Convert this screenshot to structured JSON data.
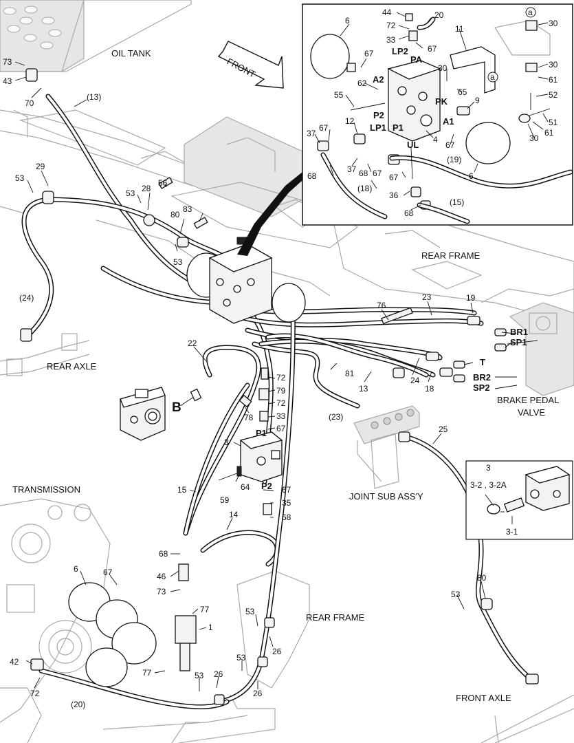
{
  "labels": {
    "oil_tank": "OIL TANK",
    "front": "FRONT",
    "rear_frame_top": "REAR FRAME",
    "rear_axle": "REAR AXLE",
    "transmission": "TRANSMISSION",
    "joint_sub": "JOINT SUB ASS'Y",
    "brake_pedal_1": "BRAKE PEDAL",
    "brake_pedal_2": "VALVE",
    "rear_frame_bottom": "REAR FRAME",
    "front_axle": "FRONT AXLE",
    "view_b": "B",
    "circle_a": "a"
  },
  "ports": {
    "pa": "PA",
    "lp2": "LP2",
    "a2": "A2",
    "pk": "PK",
    "p2": "P2",
    "lp1": "LP1",
    "p1_inset": "P1",
    "a1": "A1",
    "ul": "UL",
    "br1": "BR1",
    "sp1": "SP1",
    "t": "T",
    "br2": "BR2",
    "sp2": "SP2",
    "p1": "P1",
    "p2_lower": "P2"
  },
  "callouts": {
    "c44": "44",
    "c20": "20",
    "c72a": "72",
    "c33a": "33",
    "c67a": "67",
    "c11": "11",
    "c30a": "30",
    "c30b": "30",
    "c61a": "61",
    "c52": "52",
    "c51": "51",
    "c61b": "61",
    "c30c": "30",
    "c30d": "30",
    "c6a": "6",
    "c67b": "67",
    "c62": "62",
    "c55": "55",
    "c65": "65",
    "c9": "9",
    "c12": "12",
    "c4": "4",
    "c37a": "37",
    "c67c": "67",
    "c37b": "37",
    "c68a": "68",
    "c67d": "67",
    "c67e": "67",
    "c67f": "67",
    "c19i": "(19)",
    "c6b": "6",
    "c68b": "68",
    "c18i": "(18)",
    "c36": "36",
    "c68c": "68",
    "c15i": "(15)",
    "c73a": "73",
    "c43": "43",
    "c70": "70",
    "c13p": "(13)",
    "c29": "29",
    "c53a": "53",
    "c53b": "53",
    "c28": "28",
    "c56": "56",
    "c80a": "80",
    "c83": "83",
    "c53c": "53",
    "c24p": "(24)",
    "c22": "22",
    "c76": "76",
    "c23": "23",
    "c19": "19",
    "c81": "81",
    "c13": "13",
    "c24": "24",
    "c18": "18",
    "c23p": "(23)",
    "c25": "25",
    "c72b": "72",
    "c79": "79",
    "c72c": "72",
    "c78": "78",
    "c33b": "33",
    "c67g": "67",
    "c3": "3",
    "c64": "64",
    "c59": "59",
    "c67h": "67",
    "c35": "35",
    "c68d": "68",
    "c15": "15",
    "c14": "14",
    "c68e": "68",
    "c46": "46",
    "c73b": "73",
    "c77a": "77",
    "c1": "1",
    "c6c": "6",
    "c67i": "67",
    "c53d": "53",
    "c53e": "53",
    "c26a": "26",
    "c42": "42",
    "c72d": "72",
    "c77b": "77",
    "c53f": "53",
    "c26b": "26",
    "c26c": "26",
    "c20p": "(20)",
    "c3b": "3",
    "c32": "3-2 , 3-2A",
    "c31": "3-1",
    "c80b": "80",
    "c53g": "53"
  }
}
